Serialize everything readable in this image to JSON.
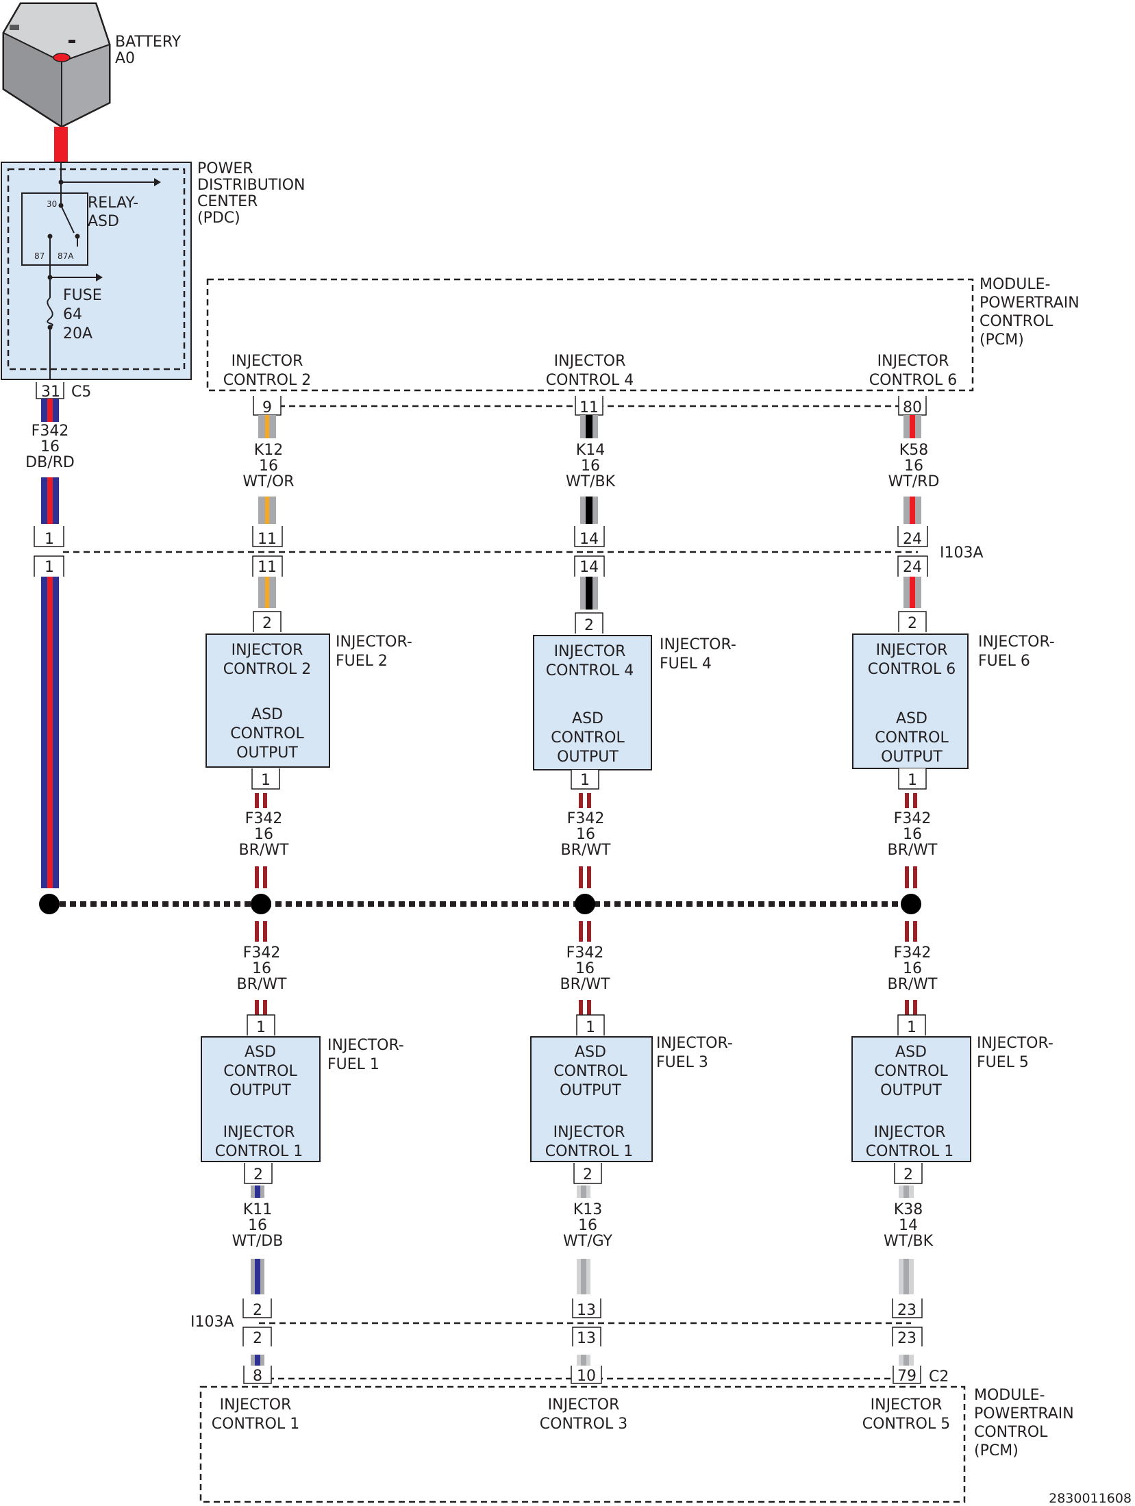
{
  "battery": {
    "name": "BATTERY",
    "id": "A0"
  },
  "pdc": {
    "name": [
      "POWER",
      "DISTRIBUTION",
      "CENTER",
      "(PDC)"
    ],
    "relay": {
      "label": [
        "RELAY-",
        "ASD"
      ],
      "pins": [
        "30",
        "87",
        "87A"
      ]
    },
    "fuse": {
      "label": [
        "FUSE",
        "64",
        "20A"
      ]
    },
    "connector": {
      "pin": "31",
      "name": "C5"
    }
  },
  "pcm_top": {
    "name": [
      "MODULE-",
      "POWERTRAIN",
      "CONTROL",
      "(PCM)"
    ],
    "pins": [
      {
        "label": [
          "INJECTOR",
          "CONTROL 2"
        ],
        "pin": "9"
      },
      {
        "label": [
          "INJECTOR",
          "CONTROL 4"
        ],
        "pin": "11"
      },
      {
        "label": [
          "INJECTOR",
          "CONTROL 6"
        ],
        "pin": "80"
      }
    ]
  },
  "pcm_bottom": {
    "name": [
      "MODULE-",
      "POWERTRAIN",
      "CONTROL",
      "(PCM)"
    ],
    "connector": "C2",
    "pins": [
      {
        "label": [
          "INJECTOR",
          "CONTROL 1"
        ],
        "pin": "8"
      },
      {
        "label": [
          "INJECTOR",
          "CONTROL 3"
        ],
        "pin": "10"
      },
      {
        "label": [
          "INJECTOR",
          "CONTROL 5"
        ],
        "pin": "79"
      }
    ]
  },
  "connector_i103a": {
    "name": "I103A",
    "top_pins": [
      "1",
      "11",
      "14",
      "24"
    ],
    "bottom_pins": [
      "2",
      "13",
      "23"
    ]
  },
  "wires": {
    "feed": {
      "circuit": "F342",
      "gauge": "16",
      "color": "DB/RD"
    },
    "k12": {
      "circuit": "K12",
      "gauge": "16",
      "color": "WT/OR"
    },
    "k14": {
      "circuit": "K14",
      "gauge": "16",
      "color": "WT/BK"
    },
    "k58": {
      "circuit": "K58",
      "gauge": "16",
      "color": "WT/RD"
    },
    "k11": {
      "circuit": "K11",
      "gauge": "16",
      "color": "WT/DB"
    },
    "k13": {
      "circuit": "K13",
      "gauge": "16",
      "color": "WT/GY"
    },
    "k38": {
      "circuit": "K38",
      "gauge": "14",
      "color": "WT/BK"
    },
    "splice": {
      "circuit": "F342",
      "gauge": "16",
      "color": "BR/WT"
    }
  },
  "injectors_top": [
    {
      "name": [
        "INJECTOR-",
        "FUEL 2"
      ],
      "upper": [
        "INJECTOR",
        "CONTROL 2"
      ],
      "lower": [
        "ASD",
        "CONTROL",
        "OUTPUT"
      ],
      "pin_top": "2",
      "pin_bottom": "1"
    },
    {
      "name": [
        "INJECTOR-",
        "FUEL 4"
      ],
      "upper": [
        "INJECTOR",
        "CONTROL 4"
      ],
      "lower": [
        "ASD",
        "CONTROL",
        "OUTPUT"
      ],
      "pin_top": "2",
      "pin_bottom": "1"
    },
    {
      "name": [
        "INJECTOR-",
        "FUEL 6"
      ],
      "upper": [
        "INJECTOR",
        "CONTROL 6"
      ],
      "lower": [
        "ASD",
        "CONTROL",
        "OUTPUT"
      ],
      "pin_top": "2",
      "pin_bottom": "1"
    }
  ],
  "injectors_bottom": [
    {
      "name": [
        "INJECTOR-",
        "FUEL 1"
      ],
      "upper": [
        "ASD",
        "CONTROL",
        "OUTPUT"
      ],
      "lower": [
        "INJECTOR",
        "CONTROL 1"
      ],
      "pin_top": "1",
      "pin_bottom": "2"
    },
    {
      "name": [
        "INJECTOR-",
        "FUEL 3"
      ],
      "upper": [
        "ASD",
        "CONTROL",
        "OUTPUT"
      ],
      "lower": [
        "INJECTOR",
        "CONTROL 1"
      ],
      "pin_top": "1",
      "pin_bottom": "2"
    },
    {
      "name": [
        "INJECTOR-",
        "FUEL 5"
      ],
      "upper": [
        "ASD",
        "CONTROL",
        "OUTPUT"
      ],
      "lower": [
        "INJECTOR",
        "CONTROL 1"
      ],
      "pin_top": "1",
      "pin_bottom": "2"
    }
  ],
  "figure_ref": "2830011608",
  "colors": {
    "module_fill": "#d6e6f5",
    "battery_feed": "#ed1c24",
    "dark_blue": "#2e3192",
    "red": "#ed1c24",
    "white": "#ffffff",
    "orange": "#f7a823",
    "black": "#000000",
    "gray": "#a7a9ac",
    "brown": "#9e1f24"
  }
}
